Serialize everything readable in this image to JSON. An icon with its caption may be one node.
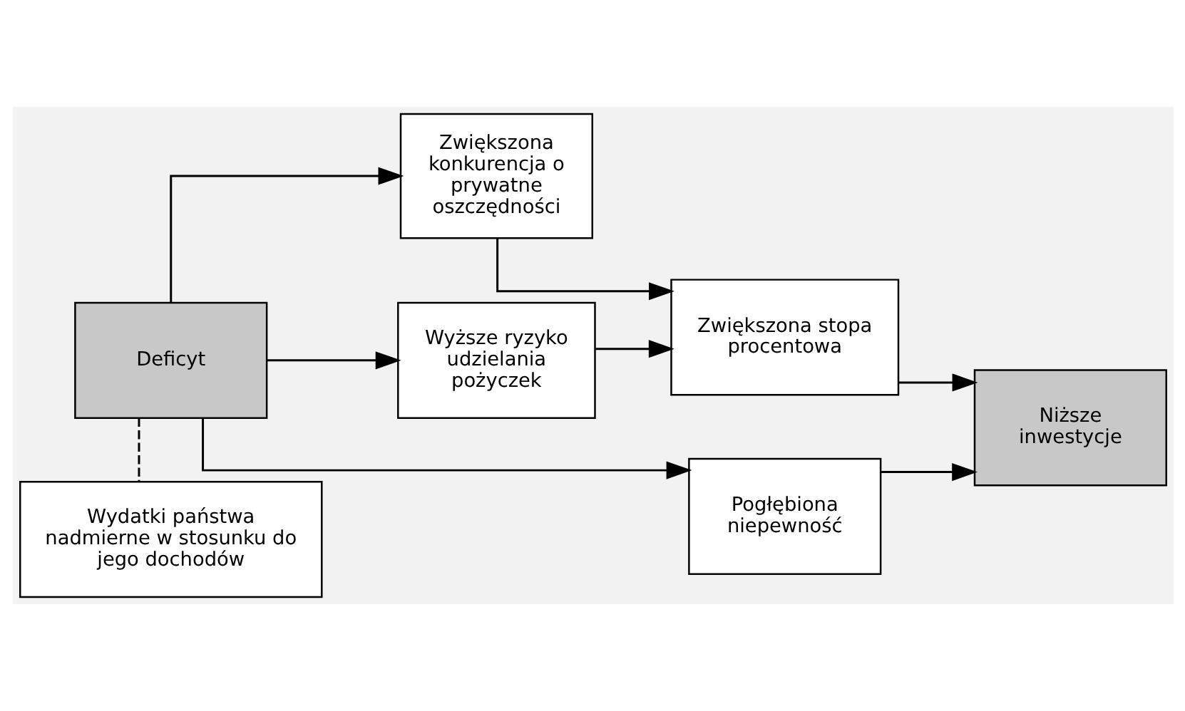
{
  "diagram": {
    "nodes": [
      {
        "text": [
          "Deficyt"
        ]
      },
      {
        "text": [
          "Zwiększona konkurencja o prywatne oszczędności"
        ]
      },
      {
        "text": [
          "Wyższe ryzyko udzielania pożyczek"
        ]
      },
      {
        "text": [
          "Zwiększona stopa procentowa"
        ]
      },
      {
        "text": [
          "Niższe inwestycje"
        ]
      },
      {
        "text": [
          "Pogłębiona niepewność"
        ]
      },
      {
        "text": [
          "Wydatki państwa nadmierne w stosunku do jego dochodów"
        ]
      }
    ],
    "edges": [
      {
        "from": 0,
        "to": 1,
        "arrow": "to"
      },
      {
        "from": 0,
        "to": 2,
        "arrow": "to"
      },
      {
        "from": 0,
        "to": 5,
        "arrow": "to"
      },
      {
        "from": 1,
        "to": 3,
        "arrow": "to"
      },
      {
        "from": 2,
        "to": 3,
        "arrow": "to"
      },
      {
        "from": 3,
        "to": 4,
        "arrow": "to"
      },
      {
        "from": 5,
        "to": 4,
        "arrow": "to"
      },
      {
        "from": 0,
        "to": 6,
        "arrow": "none",
        "style": "dashed"
      }
    ]
  }
}
